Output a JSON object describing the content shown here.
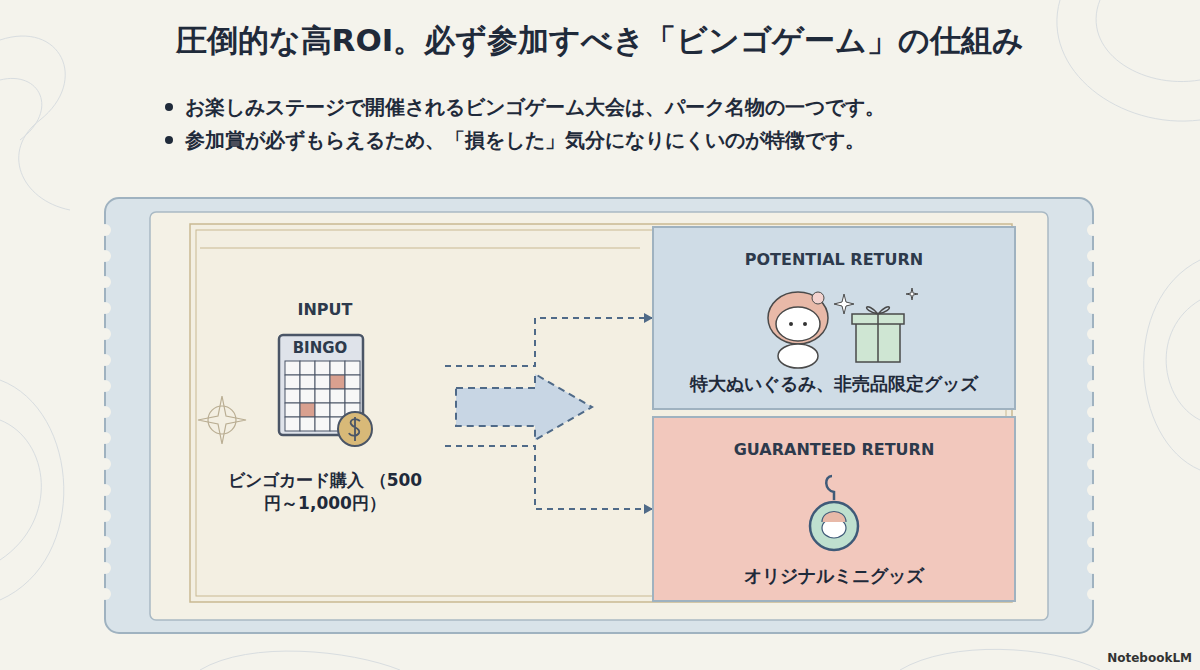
{
  "diagram": {
    "title": "圧倒的な高ROI。必ず参加すべき「ビンゴゲーム」の仕組み",
    "nodes": [
      {
        "text": [
          "INPUT",
          "ビンゴカード購入 （500円～1,000円）"
        ]
      },
      {
        "text": [
          "BINGO"
        ],
        "in": 0
      },
      {
        "text": [
          "POTENTIAL RETURN",
          "特大ぬいぐるみ、非売品限定グッズ"
        ]
      },
      {
        "text": [
          "GUARANTEED RETURN",
          "オリジナルミニグッズ"
        ]
      }
    ],
    "edges": [
      {
        "from": 0,
        "to": 2,
        "arrow": "to"
      },
      {
        "from": 0,
        "to": 3,
        "arrow": "to"
      }
    ],
    "labels": [
      "お楽しみステージで開催されるビンゴゲーム大会は、パーク名物の一つです。",
      "参加賞が必ずもらえるため、「損をした」気分になりにくいのが特徴です。",
      "NotebookLM"
    ]
  }
}
